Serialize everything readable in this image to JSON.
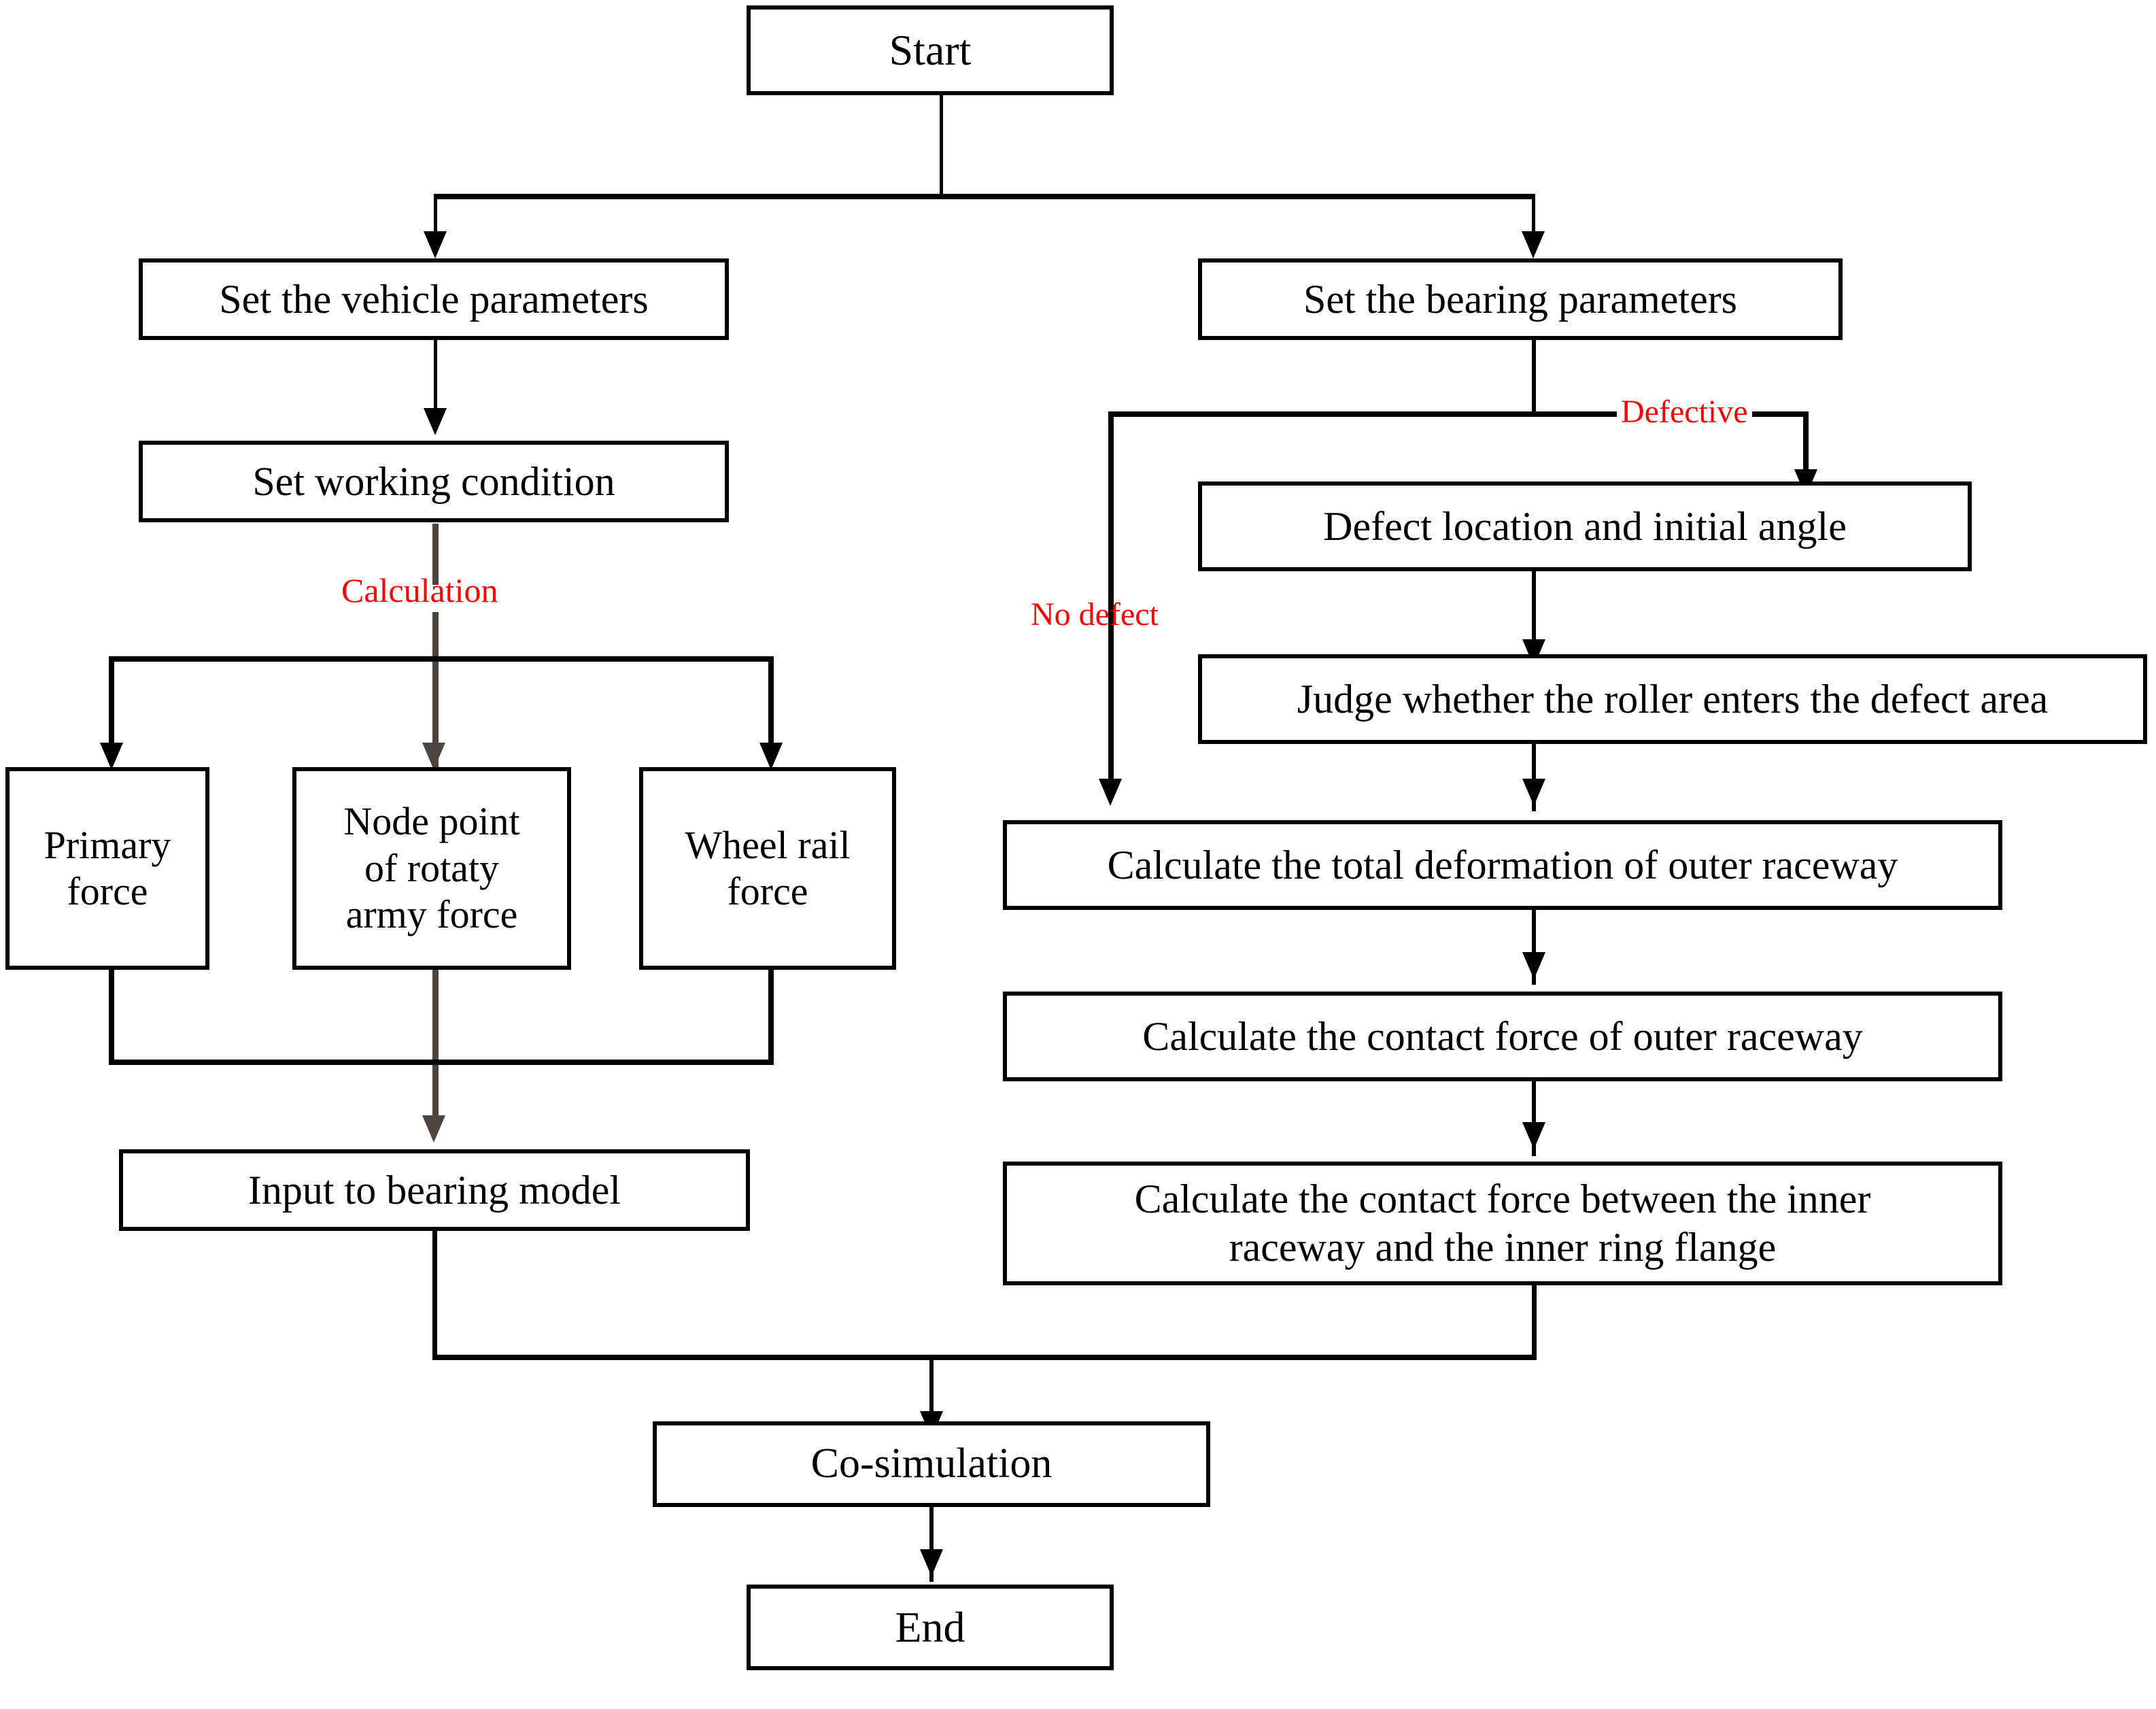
{
  "diagram": {
    "title": "Vehicle-bearing co-simulation flowchart",
    "colors": {
      "box_border": "#000000",
      "box_fill": "#ffffff",
      "connector": "#000000",
      "calculation_connector": "#4d443d",
      "label_red": "#ff0000"
    },
    "nodes": {
      "start": "Start",
      "set_vehicle_parameters": "Set the vehicle parameters",
      "set_working_condition": "Set working condition",
      "primary_force": "Primary force",
      "node_point_rotaty": "Node point of rotaty army force",
      "wheel_rail_force": "Wheel rail force",
      "input_to_bearing_model": "Input to bearing model",
      "set_bearing_parameters": "Set the bearing parameters",
      "defect_location": "Defect location and initial angle",
      "judge_roller": "Judge whether the roller enters the defect area",
      "calc_total_deformation": "Calculate the total deformation of outer raceway",
      "calc_contact_force_outer": "Calculate the contact force of outer raceway",
      "calc_contact_force_inner": "Calculate the contact force between the inner raceway and the inner ring flange",
      "co_simulation": "Co-simulation",
      "end": "End"
    },
    "node_lines": {
      "primary_force": [
        "Primary",
        "force"
      ],
      "node_point_rotaty": [
        "Node point",
        "of rotaty",
        "army force"
      ],
      "wheel_rail_force": [
        "Wheel rail",
        "force"
      ],
      "calc_contact_force_inner": [
        "Calculate the contact force between the inner",
        "raceway and the inner ring flange"
      ]
    },
    "edge_labels": {
      "calculation": "Calculation",
      "defective": "Defective",
      "no_defect": "No defect"
    }
  }
}
